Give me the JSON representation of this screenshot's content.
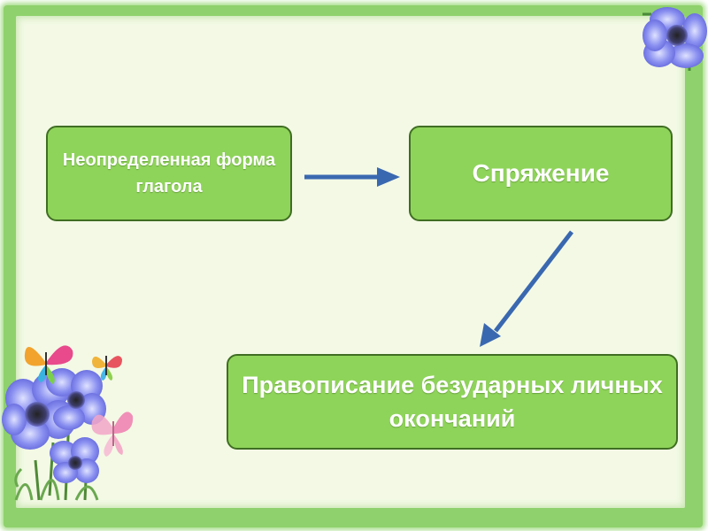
{
  "diagram": {
    "nodes": [
      {
        "id": "infinitive",
        "label": "Неопределенная форма глагола"
      },
      {
        "id": "conjugation",
        "label": "Спряжение"
      },
      {
        "id": "spelling",
        "label": "Правописание безударных личных окончаний"
      }
    ],
    "edges": [
      {
        "from": "infinitive",
        "to": "conjugation"
      },
      {
        "from": "conjugation",
        "to": "spelling"
      }
    ]
  },
  "colors": {
    "frame": "#8fd16c",
    "background": "#f3f9e5",
    "box_fill": "#8fd45a",
    "box_border": "#3f6e22",
    "arrow": "#3a68b0",
    "flower": "#7f86ee"
  },
  "decorations": [
    "flower-icon",
    "butterfly-icon"
  ]
}
